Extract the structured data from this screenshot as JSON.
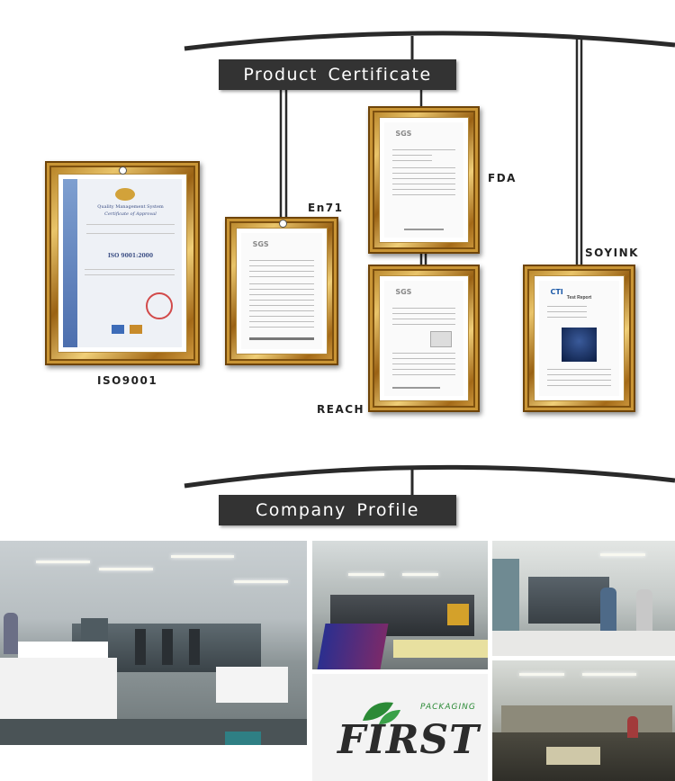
{
  "sections": {
    "certificates_title": "Product Certificate",
    "profile_title": "Company Profile"
  },
  "certificates": [
    {
      "label": "ISO9001",
      "paper_heading": "Quality Management System",
      "paper_subheading": "Certificate of Approval",
      "paper_standard": "ISO 9001:2000"
    },
    {
      "label": "En71",
      "paper_logo": "SGS"
    },
    {
      "label": "FDA",
      "paper_logo": "SGS"
    },
    {
      "label": "REACH",
      "paper_logo": "SGS"
    },
    {
      "label": "SOYINK",
      "paper_logo": "CTI",
      "paper_heading": "Test Report"
    }
  ],
  "logo": {
    "word": "FIRST",
    "tagline": "PACKAGING",
    "colors": {
      "text": "#2b2b2b",
      "leaf": "#2b8a36"
    }
  },
  "colors": {
    "banner_bg": "#333333",
    "frame_gold": "#c99535",
    "arc": "#2a2a2a"
  }
}
